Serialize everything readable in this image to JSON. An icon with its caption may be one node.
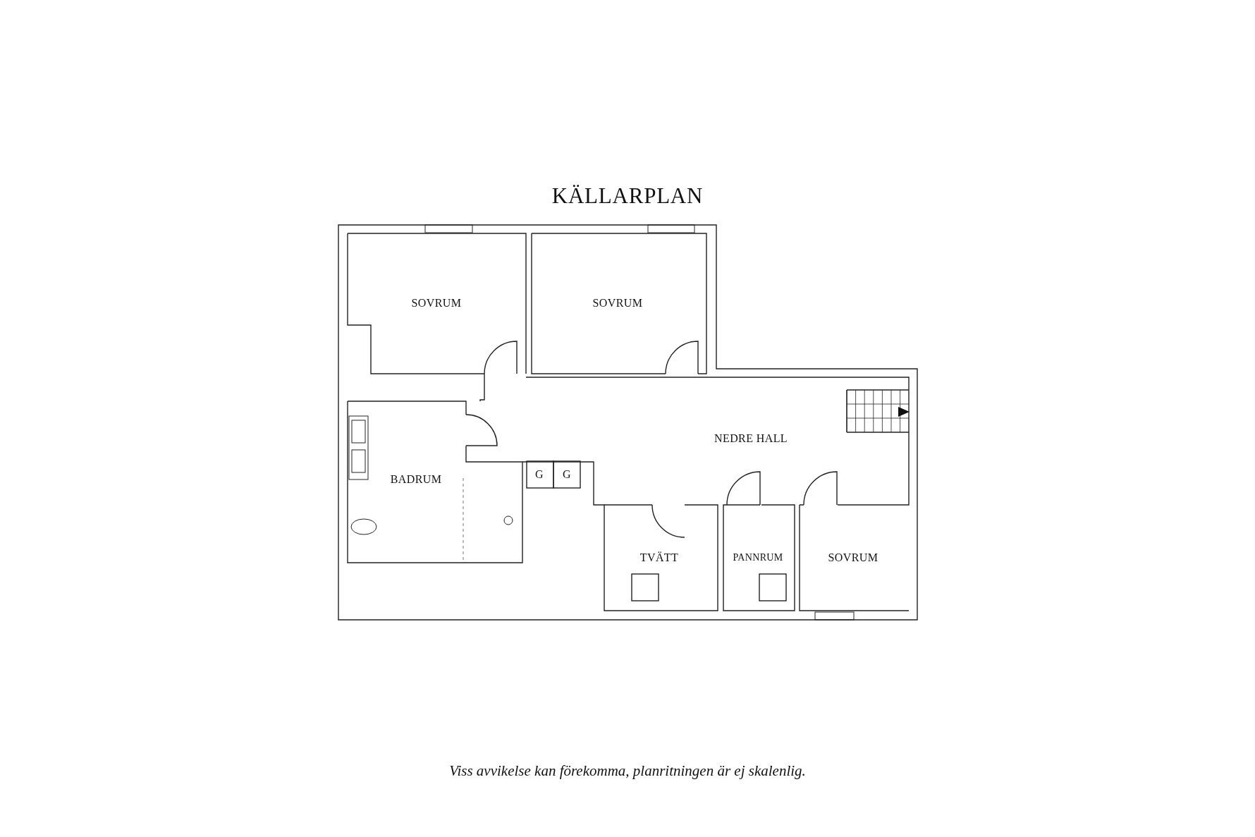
{
  "diagram": {
    "title": "KÄLLARPLAN",
    "caption": "Viss avvikelse kan förekomma, planritningen är ej skalenlig.",
    "nodes": [
      {
        "text": [
          "SOVRUM"
        ]
      },
      {
        "text": [
          "SOVRUM"
        ]
      },
      {
        "text": [
          "NEDRE HALL"
        ]
      },
      {
        "text": [
          "BADRUM"
        ]
      },
      {
        "text": [
          "G"
        ]
      },
      {
        "text": [
          "G"
        ]
      },
      {
        "text": [
          "TVÄTT"
        ]
      },
      {
        "text": [
          "PANNRUM"
        ]
      },
      {
        "text": [
          "SOVRUM"
        ]
      }
    ]
  }
}
